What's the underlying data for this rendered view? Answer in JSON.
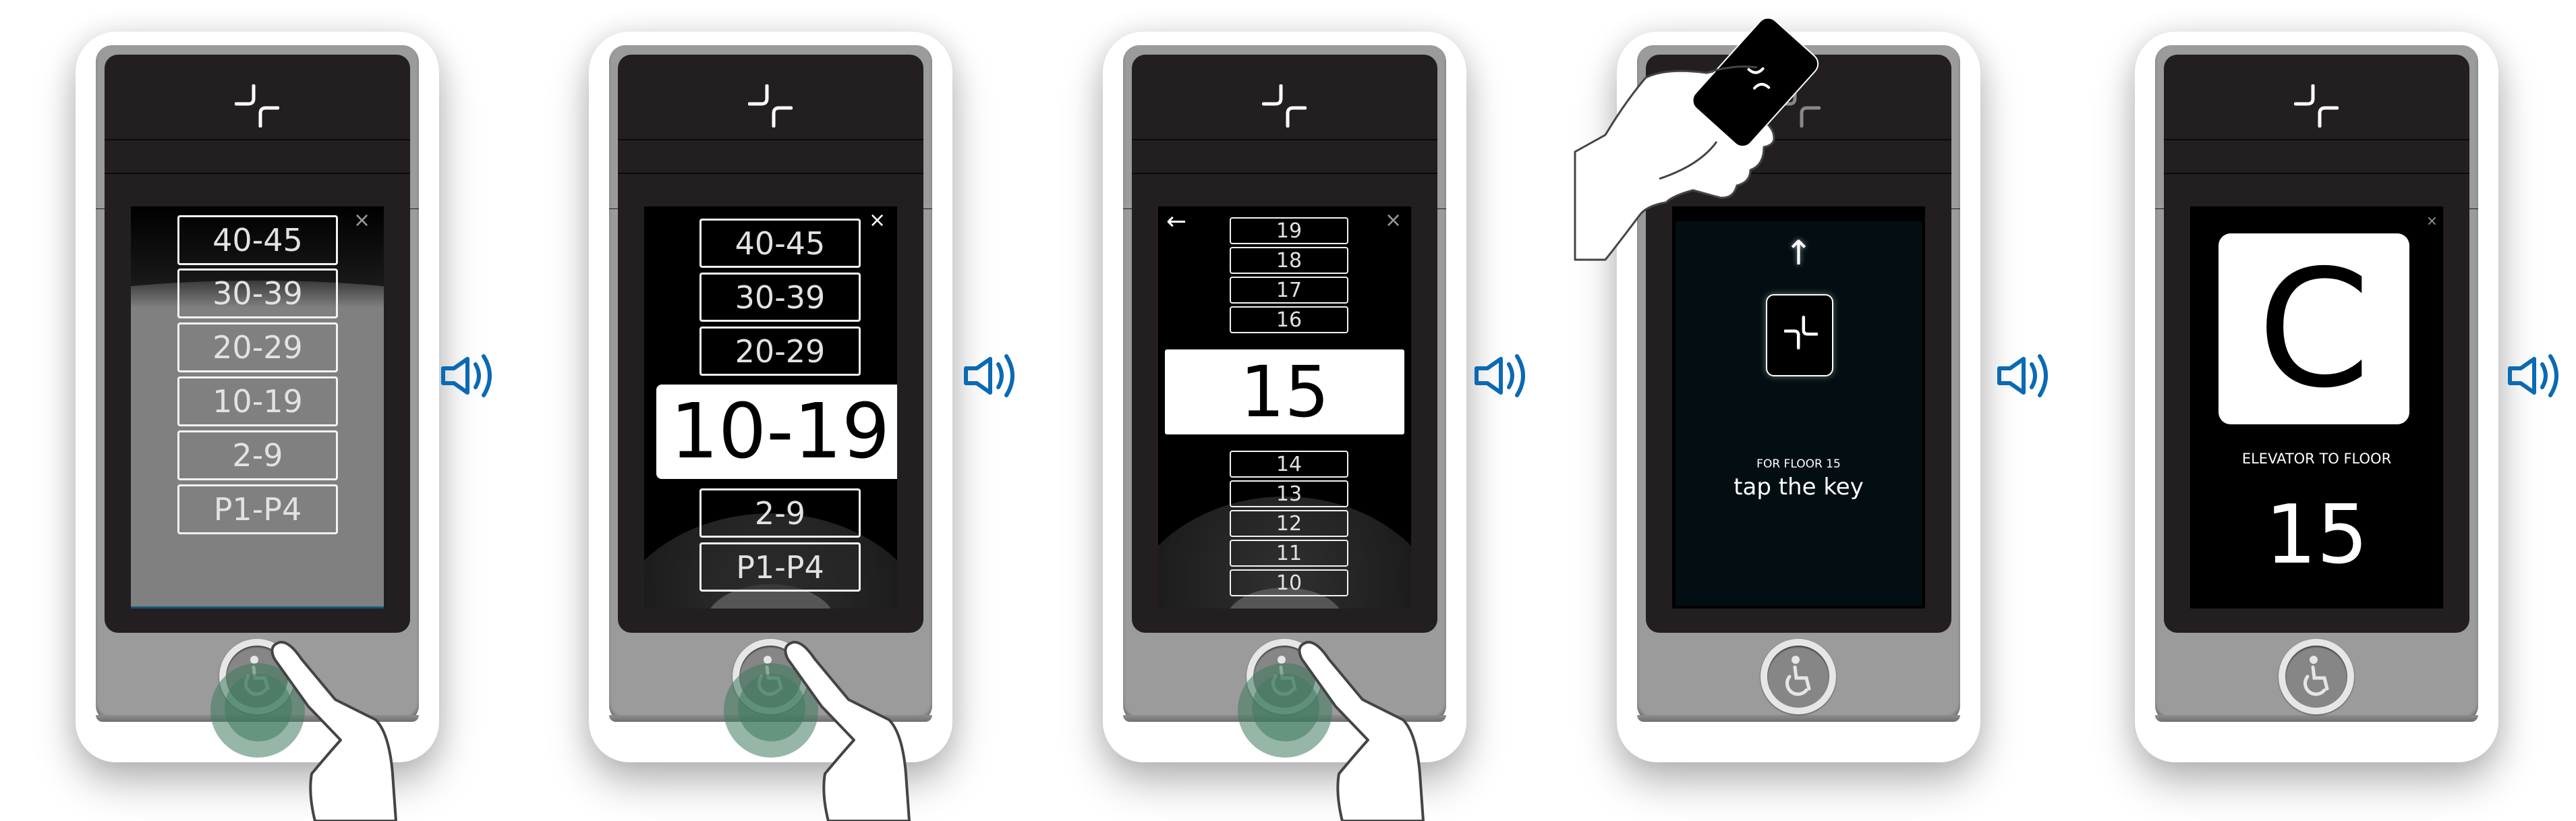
{
  "colors": {
    "frame": "#9b9b9b",
    "bezel": "#231f20",
    "screen": "#000000",
    "screen_key": "#020e12",
    "speaker_blue": "#0a6ab4",
    "ripple_green": "#3f7a5f",
    "button_outline": "#f2f2f2"
  },
  "panels": [
    {
      "id": "step-1",
      "state": "select-floor-range-dimmed",
      "close_icon": "×",
      "ranges": [
        "40-45",
        "30-39",
        "20-29",
        "10-19",
        "2-9",
        "P1-P4"
      ],
      "accessibility_button": "wheelchair-icon",
      "gesture": "finger-press-accessibility-button"
    },
    {
      "id": "step-2",
      "state": "select-floor-range",
      "close_icon": "×",
      "ranges_above": [
        "40-45",
        "30-39",
        "20-29"
      ],
      "selected_range": "10-19",
      "ranges_below": [
        "2-9",
        "P1-P4"
      ],
      "accessibility_button": "wheelchair-icon",
      "gesture": "finger-press-accessibility-button"
    },
    {
      "id": "step-3",
      "state": "select-floor",
      "back_icon": "←",
      "close_icon": "×",
      "floors_above": [
        "19",
        "18",
        "17",
        "16"
      ],
      "selected_floor": "15",
      "floors_below": [
        "14",
        "13",
        "12",
        "11",
        "10"
      ],
      "accessibility_button": "wheelchair-icon",
      "gesture": "finger-press-accessibility-button"
    },
    {
      "id": "step-4",
      "state": "tap-key",
      "arrow_icon": "↑",
      "caption_small": "FOR FLOOR 15",
      "caption_large": "tap the key",
      "accessibility_button": "wheelchair-icon",
      "gesture": "hand-holding-keycard"
    },
    {
      "id": "step-5",
      "state": "elevator-assigned",
      "close_icon": "×",
      "elevator_letter": "C",
      "caption": "ELEVATOR TO FLOOR",
      "floor": "15",
      "accessibility_button": "wheelchair-icon"
    }
  ],
  "speakers": [
    "speaker-icon",
    "speaker-icon",
    "speaker-icon",
    "speaker-icon",
    "speaker-icon"
  ]
}
